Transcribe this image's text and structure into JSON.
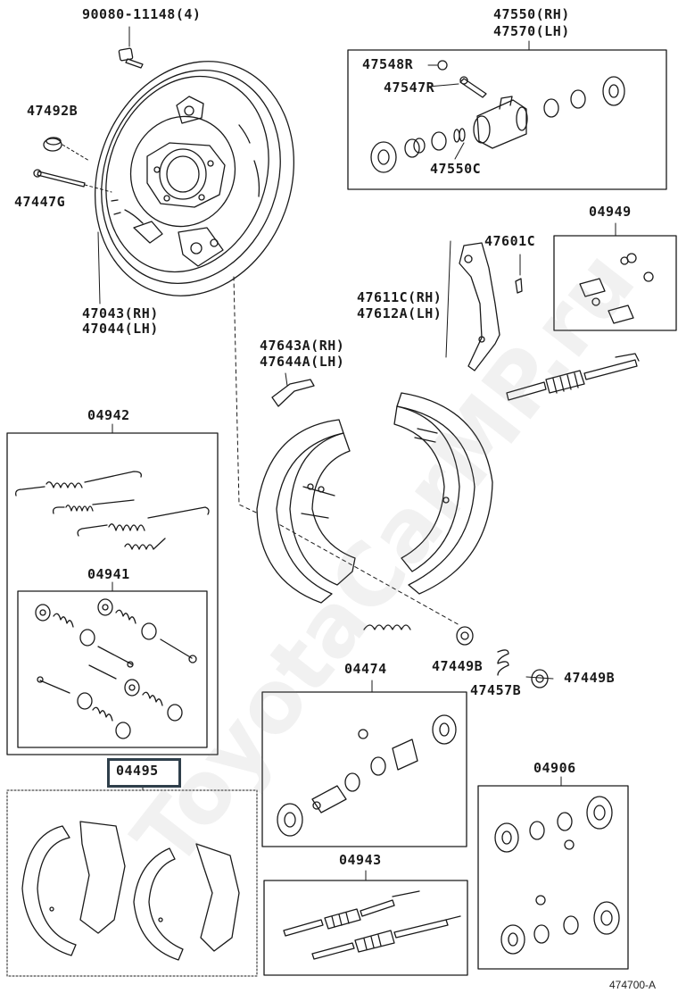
{
  "labels": {
    "bolt": "90080-11148(4)",
    "plug": "47492B",
    "bleeder_bolt": "47447G",
    "backing_plate_rh": "47043(RH)",
    "backing_plate_lh": "47044(LH)",
    "wheel_cyl_rh": "47550(RH)",
    "wheel_cyl_lh": "47570(LH)",
    "cap": "47548R",
    "bleeder": "47547R",
    "cup": "47550C",
    "kit_04949": "04949",
    "pin": "47601C",
    "lever_rh": "47611C(RH)",
    "lever_lh": "47612A(LH)",
    "strut_rh": "47643A(RH)",
    "strut_lh": "47644A(LH)",
    "kit_04942": "04942",
    "kit_04941": "04941",
    "cup_a": "47449B",
    "spring": "47457B",
    "cup_b": "47449B",
    "kit_04474": "04474",
    "kit_04495": "04495",
    "kit_04906": "04906",
    "kit_04943": "04943",
    "figure_ref": "474700-A"
  },
  "watermark": "ToyotaCarMP.ru",
  "colors": {
    "ink": "#1a1a1a",
    "highlight": "#2f3f4b"
  }
}
